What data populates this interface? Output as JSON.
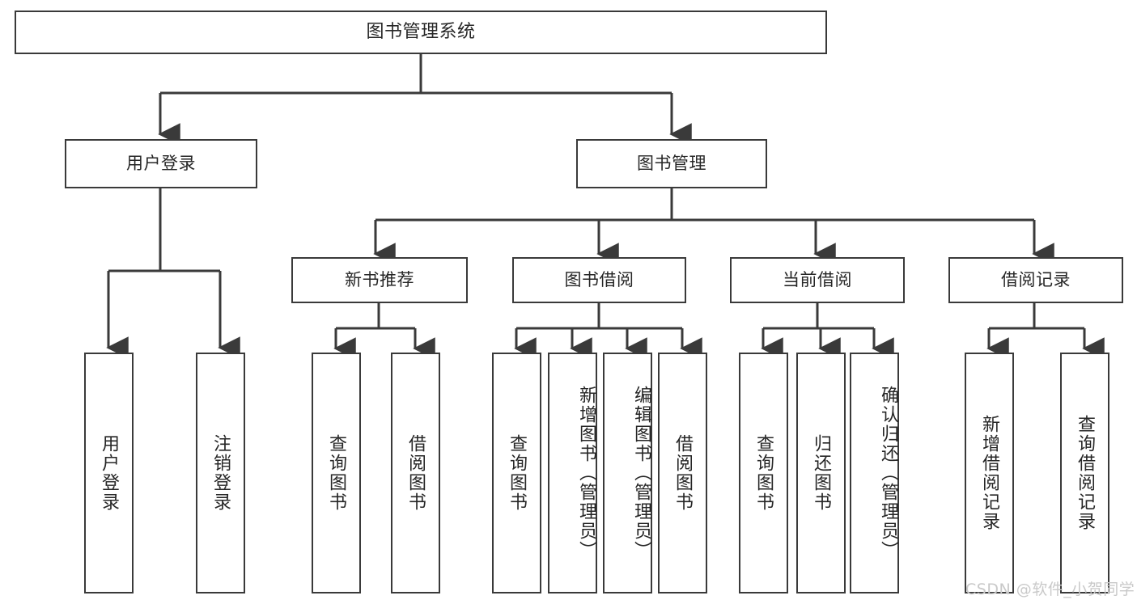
{
  "diagram": {
    "type": "tree-hierarchy-chart",
    "title": "图书管理系统",
    "line_color": "#3a3a3a",
    "box_fill": "#ffffff",
    "text_color": "#262626",
    "levels": [
      {
        "level": 0,
        "nodes": [
          {
            "id": "root",
            "label": "图书管理系统",
            "orientation": "horizontal"
          }
        ]
      },
      {
        "level": 1,
        "nodes": [
          {
            "id": "login",
            "label": "用户登录",
            "orientation": "horizontal",
            "parent": "root"
          },
          {
            "id": "bookmgmt",
            "label": "图书管理",
            "orientation": "horizontal",
            "parent": "root"
          }
        ]
      },
      {
        "level": 2,
        "nodes": [
          {
            "id": "newbook",
            "label": "新书推荐",
            "orientation": "horizontal",
            "parent": "bookmgmt"
          },
          {
            "id": "borrow",
            "label": "图书借阅",
            "orientation": "horizontal",
            "parent": "bookmgmt"
          },
          {
            "id": "current",
            "label": "当前借阅",
            "orientation": "horizontal",
            "parent": "bookmgmt"
          },
          {
            "id": "records",
            "label": "借阅记录",
            "orientation": "horizontal",
            "parent": "bookmgmt"
          }
        ]
      },
      {
        "level": 3,
        "nodes": [
          {
            "id": "leaf-user-login",
            "label": "用户登录",
            "orientation": "vertical",
            "parent": "login"
          },
          {
            "id": "leaf-user-logout",
            "label": "注销登录",
            "orientation": "vertical",
            "parent": "login"
          },
          {
            "id": "leaf-query-book-1",
            "label": "查询图书",
            "orientation": "vertical",
            "parent": "newbook"
          },
          {
            "id": "leaf-borrow-book-1",
            "label": "借阅图书",
            "orientation": "vertical",
            "parent": "newbook"
          },
          {
            "id": "leaf-query-book-2",
            "label": "查询图书",
            "orientation": "vertical",
            "parent": "borrow"
          },
          {
            "id": "leaf-add-book",
            "label": "新增图书（管理员）",
            "orientation": "vertical",
            "parent": "borrow"
          },
          {
            "id": "leaf-edit-book",
            "label": "编辑图书（管理员）",
            "orientation": "vertical",
            "parent": "borrow"
          },
          {
            "id": "leaf-borrow-book-2",
            "label": "借阅图书",
            "orientation": "vertical",
            "parent": "borrow"
          },
          {
            "id": "leaf-query-book-3",
            "label": "查询图书",
            "orientation": "vertical",
            "parent": "current"
          },
          {
            "id": "leaf-return-book",
            "label": "归还图书",
            "orientation": "vertical",
            "parent": "current"
          },
          {
            "id": "leaf-confirm-return",
            "label": "确认归还（管理员）",
            "orientation": "vertical",
            "parent": "current"
          },
          {
            "id": "leaf-add-record",
            "label": "新增借阅记录",
            "orientation": "vertical",
            "parent": "records"
          },
          {
            "id": "leaf-query-record",
            "label": "查询借阅记录",
            "orientation": "vertical",
            "parent": "records"
          }
        ]
      }
    ]
  },
  "watermark": {
    "text": "CSDN @软件_小贺同学"
  }
}
